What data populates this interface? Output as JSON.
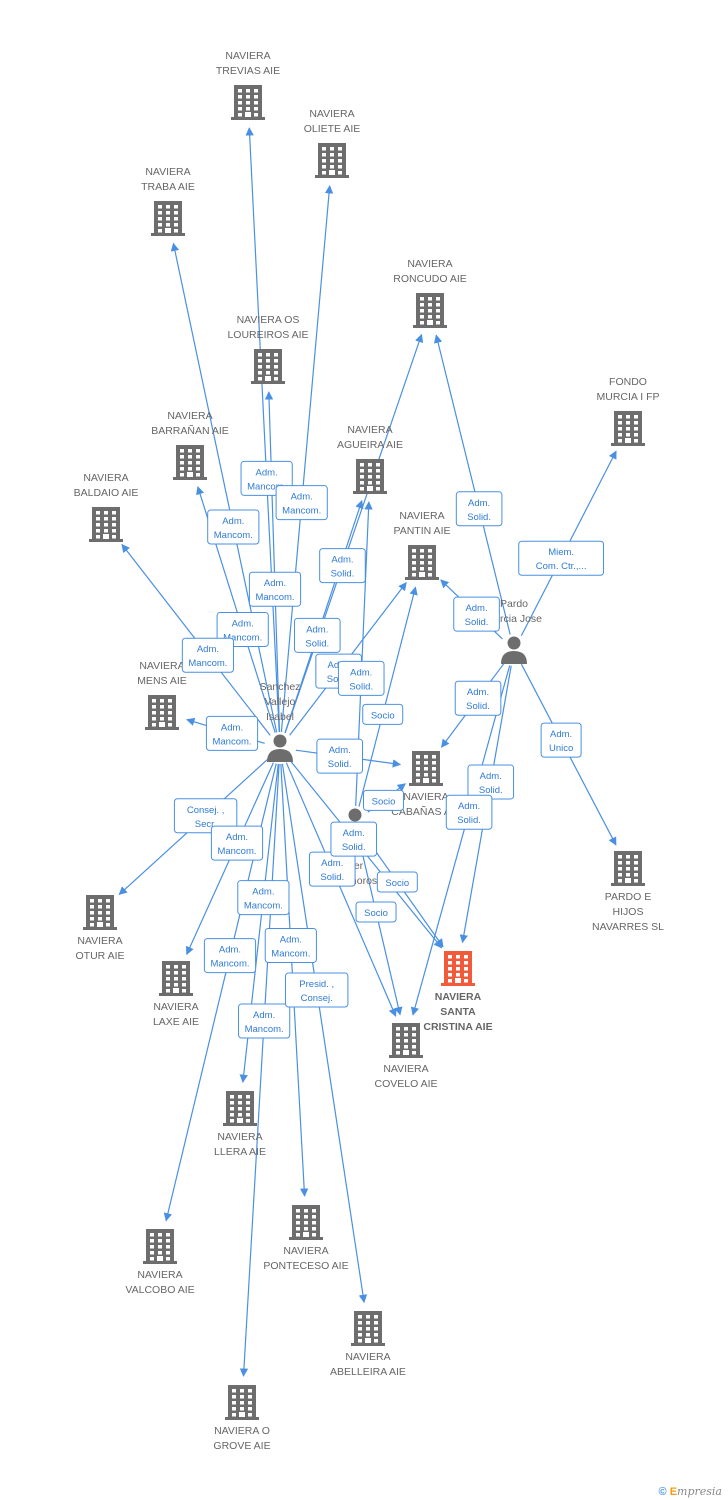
{
  "colors": {
    "company": "#6d6d6d",
    "company_main": "#f15a3a",
    "person": "#6d6d6d",
    "edge": "#4a90e2",
    "label": "#666666"
  },
  "nodes": [
    {
      "id": "trevias",
      "type": "company",
      "lines": [
        "NAVIERA",
        "TREVIAS AIE"
      ]
    },
    {
      "id": "oliete",
      "type": "company",
      "lines": [
        "NAVIERA",
        "OLIETE AIE"
      ]
    },
    {
      "id": "traba",
      "type": "company",
      "lines": [
        "NAVIERA",
        "TRABA AIE"
      ]
    },
    {
      "id": "roncudo",
      "type": "company",
      "lines": [
        "NAVIERA",
        "RONCUDO AIE"
      ]
    },
    {
      "id": "loureiros",
      "type": "company",
      "lines": [
        "NAVIERA OS",
        "LOUREIROS AIE"
      ]
    },
    {
      "id": "fondo",
      "type": "company",
      "lines": [
        "FONDO",
        "MURCIA I FP"
      ]
    },
    {
      "id": "barranan",
      "type": "company",
      "lines": [
        "NAVIERA",
        "BARRAÑAN AIE"
      ]
    },
    {
      "id": "agueira",
      "type": "company",
      "lines": [
        "NAVIERA",
        "AGUEIRA AIE"
      ]
    },
    {
      "id": "baldaio",
      "type": "company",
      "lines": [
        "NAVIERA",
        "BALDAIO AIE"
      ]
    },
    {
      "id": "pantin",
      "type": "company",
      "lines": [
        "NAVIERA",
        "PANTIN AIE"
      ]
    },
    {
      "id": "mens",
      "type": "company",
      "lines": [
        "NAVIERA",
        "MENS AIE"
      ]
    },
    {
      "id": "cabanas",
      "type": "company",
      "lines": [
        "NAVIERA",
        "CABAÑAS AIE"
      ]
    },
    {
      "id": "pardohijos",
      "type": "company",
      "lines": [
        "PARDO E",
        "HIJOS",
        "NAVARRES  SL"
      ]
    },
    {
      "id": "otur",
      "type": "company",
      "lines": [
        "NAVIERA",
        "OTUR AIE"
      ]
    },
    {
      "id": "santacristina",
      "type": "company_main",
      "lines": [
        "NAVIERA",
        "SANTA",
        "CRISTINA AIE"
      ]
    },
    {
      "id": "laxe",
      "type": "company",
      "lines": [
        "NAVIERA",
        "LAXE AIE"
      ]
    },
    {
      "id": "covelo",
      "type": "company",
      "lines": [
        "NAVIERA",
        "COVELO AIE"
      ]
    },
    {
      "id": "llera",
      "type": "company",
      "lines": [
        "NAVIERA",
        "LLERA AIE"
      ]
    },
    {
      "id": "valcobo",
      "type": "company",
      "lines": [
        "NAVIERA",
        "VALCOBO AIE"
      ]
    },
    {
      "id": "ponteceso",
      "type": "company",
      "lines": [
        "NAVIERA",
        "PONTECESO AIE"
      ]
    },
    {
      "id": "abelleira",
      "type": "company",
      "lines": [
        "NAVIERA",
        "ABELLEIRA AIE"
      ]
    },
    {
      "id": "grove",
      "type": "company",
      "lines": [
        "NAVIERA O",
        "GROVE AIE"
      ]
    },
    {
      "id": "sanchez",
      "type": "person",
      "lines": [
        "Sanchez",
        "Vallejo",
        "Isabel"
      ]
    },
    {
      "id": "pardo",
      "type": "person",
      "lines": [
        "Pardo",
        "Garcia Jose"
      ]
    },
    {
      "id": "pardo2",
      "type": "person",
      "lines": [
        "Pa",
        "Ser",
        "Fontanoros..."
      ]
    }
  ],
  "edges": [
    {
      "from": "sanchez",
      "to": "trevias",
      "label": [
        "Adm.",
        "Mancom."
      ]
    },
    {
      "from": "sanchez",
      "to": "oliete",
      "label": [
        "Adm.",
        "Mancom."
      ]
    },
    {
      "from": "sanchez",
      "to": "traba",
      "label": [
        "Adm.",
        "Mancom."
      ]
    },
    {
      "from": "sanchez",
      "to": "loureiros",
      "label": [
        "Adm.",
        "Mancom."
      ]
    },
    {
      "from": "sanchez",
      "to": "barranan",
      "label": [
        "Adm.",
        "Mancom."
      ]
    },
    {
      "from": "sanchez",
      "to": "baldaio",
      "label": [
        "Adm.",
        "Mancom."
      ]
    },
    {
      "from": "sanchez",
      "to": "mens",
      "label": [
        "Adm.",
        "Mancom."
      ]
    },
    {
      "from": "sanchez",
      "to": "agueira",
      "label": [
        "Adm.",
        "Solid."
      ]
    },
    {
      "from": "sanchez",
      "to": "roncudo",
      "label": [
        "Adm.",
        "Solid."
      ]
    },
    {
      "from": "sanchez",
      "to": "pantin",
      "label": [
        "Adm.",
        "Solid."
      ]
    },
    {
      "from": "sanchez",
      "to": "cabanas",
      "label": [
        "Adm.",
        "Solid."
      ]
    },
    {
      "from": "sanchez",
      "to": "otur",
      "label": [
        "Consej. ,",
        "Secr."
      ]
    },
    {
      "from": "sanchez",
      "to": "laxe",
      "label": [
        "Adm.",
        "Mancom."
      ]
    },
    {
      "from": "sanchez",
      "to": "valcobo",
      "label": [
        "Adm.",
        "Mancom."
      ]
    },
    {
      "from": "sanchez",
      "to": "llera",
      "label": [
        "Adm.",
        "Mancom."
      ]
    },
    {
      "from": "sanchez",
      "to": "grove",
      "label": [
        "Adm.",
        "Mancom."
      ]
    },
    {
      "from": "sanchez",
      "to": "ponteceso",
      "label": [
        "Adm.",
        "Mancom."
      ]
    },
    {
      "from": "sanchez",
      "to": "abelleira",
      "label": [
        "Presid. ,",
        "Consej."
      ]
    },
    {
      "from": "sanchez",
      "to": "covelo",
      "label": [
        "Adm.",
        "Solid."
      ]
    },
    {
      "from": "sanchez",
      "to": "santacristina",
      "label": [
        "Adm.",
        "Solid."
      ]
    },
    {
      "from": "pardo",
      "to": "roncudo",
      "label": [
        "Adm.",
        "Solid."
      ]
    },
    {
      "from": "pardo",
      "to": "fondo",
      "label": [
        "Miem.",
        "Com. Ctr.,..."
      ]
    },
    {
      "from": "pardo",
      "to": "pantin",
      "label": [
        "Adm.",
        "Solid."
      ]
    },
    {
      "from": "pardo",
      "to": "cabanas",
      "label": [
        "Adm.",
        "Solid."
      ]
    },
    {
      "from": "pardo",
      "to": "pardohijos",
      "label": [
        "Adm.",
        "Unico"
      ]
    },
    {
      "from": "pardo",
      "to": "santacristina",
      "label": [
        "Adm.",
        "Solid."
      ]
    },
    {
      "from": "pardo",
      "to": "covelo",
      "label": [
        "Adm.",
        "Solid."
      ]
    },
    {
      "from": "pardo2",
      "to": "agueira",
      "label": [
        "Adm.",
        "Solid."
      ]
    },
    {
      "from": "pardo2",
      "to": "pantin",
      "label": [
        "Socio"
      ]
    },
    {
      "from": "pardo2",
      "to": "cabanas",
      "label": [
        "Socio"
      ]
    },
    {
      "from": "pardo2",
      "to": "santacristina",
      "label": [
        "Socio"
      ]
    },
    {
      "from": "pardo2",
      "to": "covelo",
      "label": [
        "Socio"
      ]
    }
  ],
  "footer": {
    "copyright": "©",
    "brand_initial": "E",
    "brand_rest": "mpresia"
  }
}
